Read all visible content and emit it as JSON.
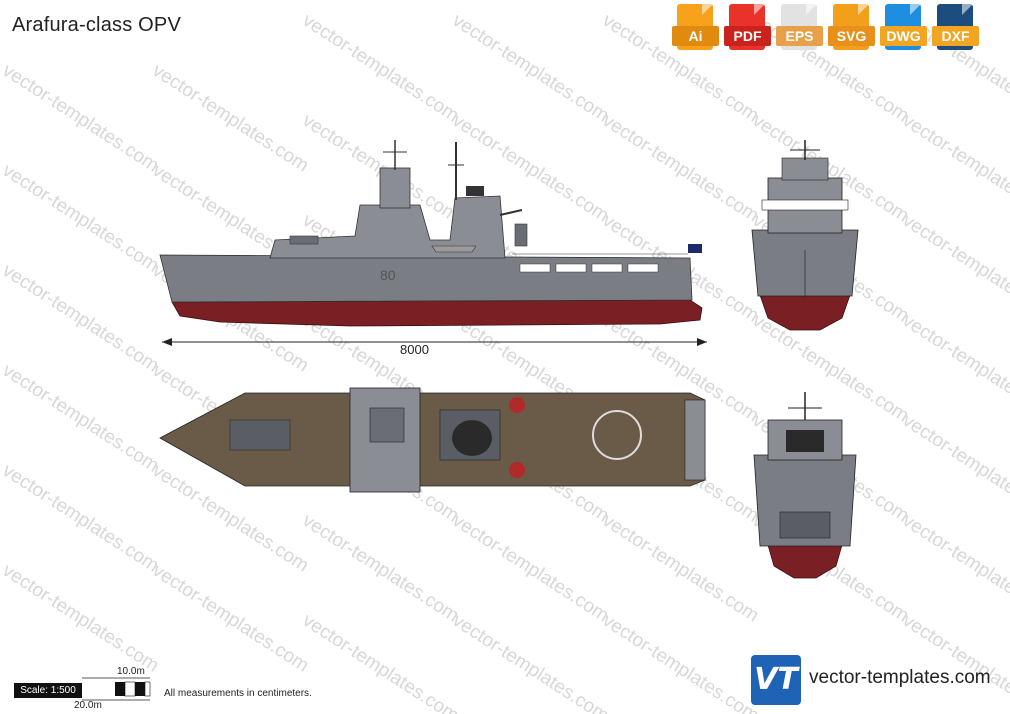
{
  "title": "Arafura-class OPV",
  "formats": [
    {
      "label": "Ai",
      "color": "#f7a21a",
      "icon": "ai-file-icon"
    },
    {
      "label": "PDF",
      "color": "#e8322a",
      "icon": "pdf-file-icon"
    },
    {
      "label": "EPS",
      "color": "#e2e2e2",
      "icon": "eps-file-icon"
    },
    {
      "label": "SVG",
      "color": "#f29f1c",
      "icon": "svg-file-icon"
    },
    {
      "label": "DWG",
      "color": "#1e8fe0",
      "icon": "dwg-file-icon"
    },
    {
      "label": "DXF",
      "color": "#1d4c7f",
      "icon": "dxf-file-icon"
    }
  ],
  "dimension_label": "8000",
  "scale": {
    "label": "Scale: 1:500",
    "short": "10.0m",
    "long": "20.0m"
  },
  "note": "All measurements in centimeters.",
  "brand": {
    "logo": "VT",
    "name": "vector-templates.com"
  },
  "watermark": "vector-templates.com",
  "colors": {
    "hull": "#7a7e84",
    "hull_light": "#a4a8ac",
    "red": "#7a1f24",
    "deck": "#6a5a48",
    "label_bg": "#ffffff"
  }
}
